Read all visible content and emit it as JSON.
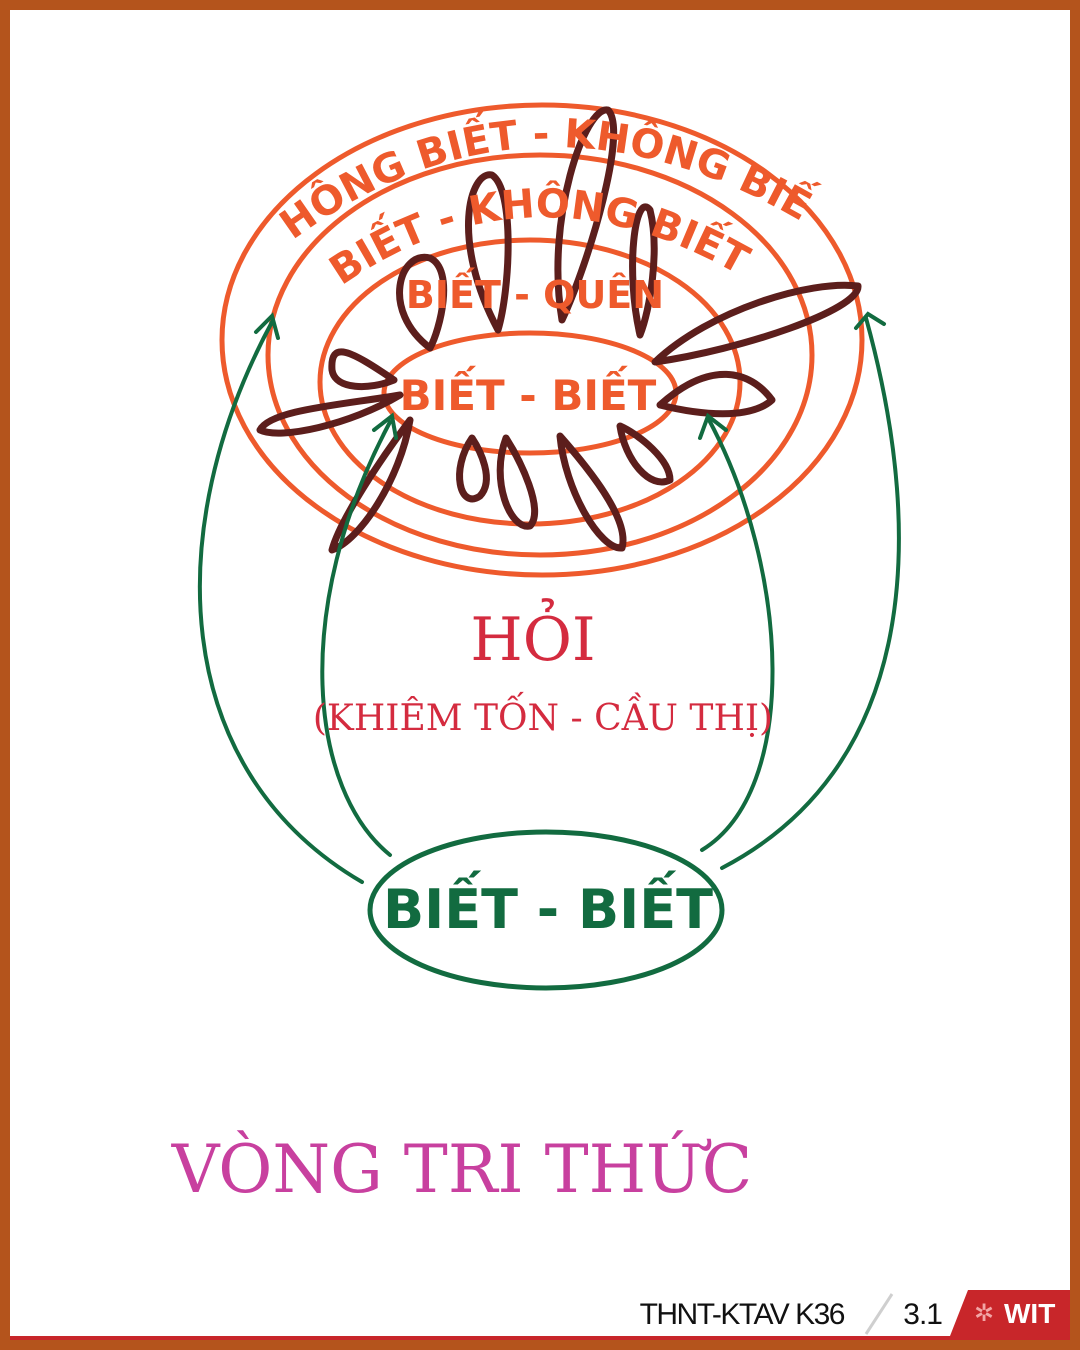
{
  "diagram": {
    "rings": [
      {
        "label": "KHÔNG BIẾT - KHÔNG BIẾT"
      },
      {
        "label": "BIẾT - KHÔNG BIẾT"
      },
      {
        "label": "BIẾT - QUÊN"
      },
      {
        "label": "BIẾT - BIẾT"
      }
    ],
    "center_label": "HỎI",
    "center_sublabel": "(KHIÊM TỐN - CẦU THỊ)",
    "bottom_node": "BIẾT - BIẾT",
    "title": "VÒNG TRI THỨC",
    "colors": {
      "ring": "#ee5a2c",
      "petal": "#5c1e1c",
      "arrow": "#126b40",
      "label_ask": "#d42b3f",
      "title": "#c8409f"
    }
  },
  "footer": {
    "label": "THNT-KTAV K36",
    "page": "3.1",
    "logo_text": "WIT",
    "logo_icon": "gear-icon",
    "colors": {
      "logo_bg": "#c8262a",
      "bar": "#c8262a"
    }
  }
}
